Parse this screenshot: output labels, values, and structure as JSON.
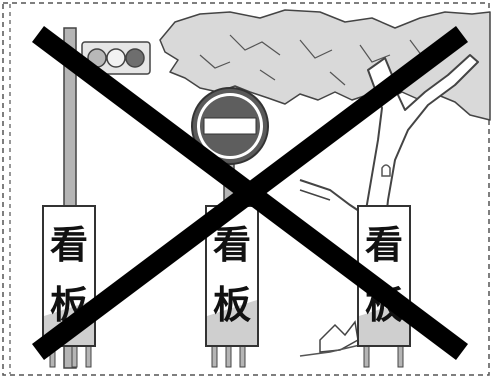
{
  "illustration": {
    "signboards": [
      {
        "char_top": "看",
        "char_bottom": "板"
      },
      {
        "char_top": "看",
        "char_bottom": "板"
      },
      {
        "char_top": "看",
        "char_bottom": "板"
      }
    ],
    "traffic_light": {
      "lights": [
        "#b8b8b8",
        "#f2f2f2",
        "#6e6e6e"
      ]
    },
    "no_entry_sign": {
      "ring_color": "#5a5a5a",
      "fill_color": "#5e5e5e"
    },
    "cross_mark": {
      "color": "#000000"
    },
    "tree": {
      "foliage_color": "#d9d9d9",
      "line_color": "#444444"
    }
  }
}
